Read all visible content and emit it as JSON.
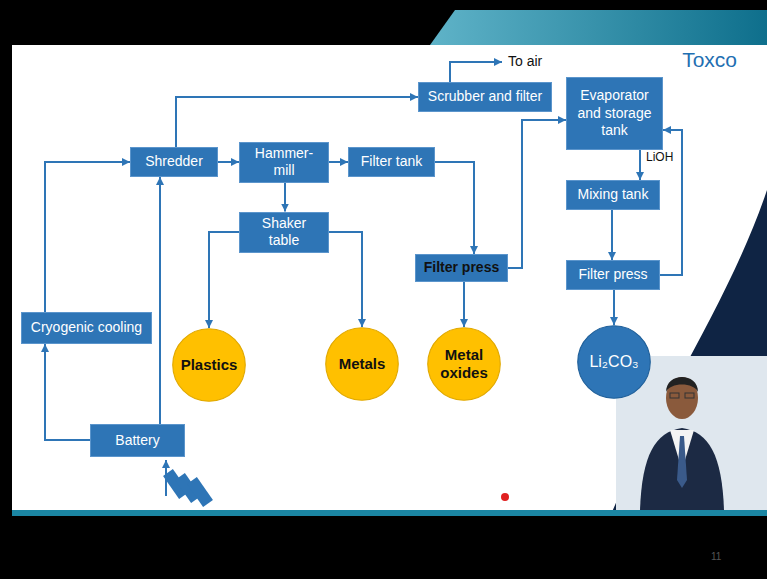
{
  "diagram": {
    "title": "Toxco",
    "nodes": [
      {
        "text": [
          "Scrubber and filter"
        ]
      },
      {
        "text": [
          "Evaporator and storage tank"
        ]
      },
      {
        "text": [
          "Shredder"
        ]
      },
      {
        "text": [
          "Hammer-mill"
        ]
      },
      {
        "text": [
          "Filter tank"
        ]
      },
      {
        "text": [
          "Mixing tank"
        ]
      },
      {
        "text": [
          "Shaker table"
        ]
      },
      {
        "text": [
          "Filter press"
        ]
      },
      {
        "text": [
          "Filter press"
        ]
      },
      {
        "text": [
          "Cryogenic cooling"
        ]
      },
      {
        "text": [
          "Plastics"
        ]
      },
      {
        "text": [
          "Metals"
        ]
      },
      {
        "text": [
          "Metal oxides"
        ]
      },
      {
        "text": [
          "Li₂CO₃"
        ]
      },
      {
        "text": [
          "Battery"
        ]
      }
    ],
    "edges": [
      {
        "from": 14,
        "to": 9,
        "arrow": "to"
      },
      {
        "from": 9,
        "to": 2,
        "arrow": "to"
      },
      {
        "from": 14,
        "to": 2,
        "arrow": "to"
      },
      {
        "from": 2,
        "to": 0,
        "arrow": "to"
      },
      {
        "from": 2,
        "to": 3,
        "arrow": "to"
      },
      {
        "from": 3,
        "to": 4,
        "arrow": "to"
      },
      {
        "from": 3,
        "to": 6,
        "arrow": "to"
      },
      {
        "from": 6,
        "to": 10,
        "arrow": "to"
      },
      {
        "from": 6,
        "to": 11,
        "arrow": "to"
      },
      {
        "from": 4,
        "to": 7,
        "arrow": "to"
      },
      {
        "from": 7,
        "to": 12,
        "arrow": "to"
      },
      {
        "from": 7,
        "to": 1,
        "arrow": "to"
      },
      {
        "from": 1,
        "to": 5,
        "arrow": "to"
      },
      {
        "from": 5,
        "to": 8,
        "arrow": "to"
      },
      {
        "from": 8,
        "to": 1,
        "arrow": "to"
      },
      {
        "from": 8,
        "to": 13,
        "arrow": "to"
      }
    ],
    "labels": [
      "To air",
      "LiOH",
      "11"
    ]
  }
}
